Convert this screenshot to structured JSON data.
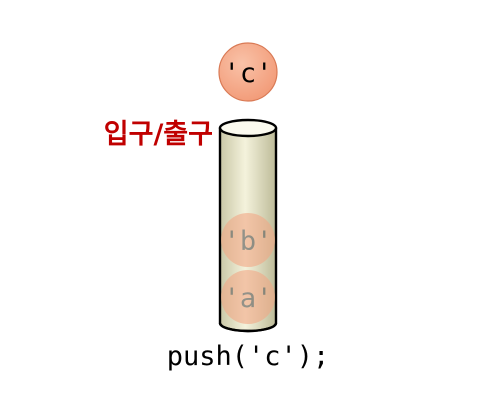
{
  "incoming": {
    "label": "'c'"
  },
  "io_label": "입구/출구",
  "stack": [
    {
      "label": "'b'"
    },
    {
      "label": "'a'"
    }
  ],
  "operation": "push('c');",
  "colors": {
    "ball_fill": "#f6a98a",
    "ball_stroke": "#d97a55",
    "tube_fill": "#f1efd9",
    "tube_stroke": "#000000",
    "io_label": "#c00000",
    "text": "#000000"
  }
}
